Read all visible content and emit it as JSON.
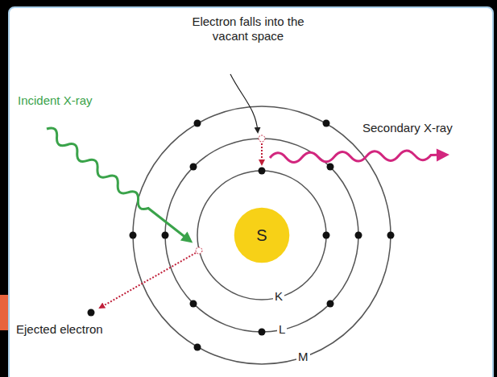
{
  "diagram": {
    "nodes": [
      {
        "text": [
          "S"
        ]
      }
    ],
    "labels": [
      "Electron falls into the vacant space",
      "Incident X-ray",
      "Secondary X-ray",
      "Ejected electron",
      "K",
      "L",
      "M"
    ]
  }
}
